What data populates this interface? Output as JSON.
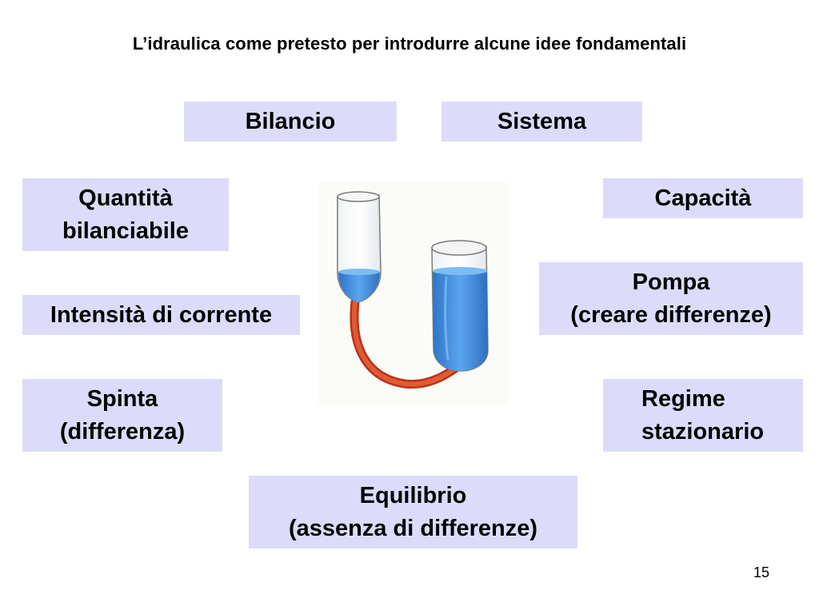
{
  "slide": {
    "title": "L’idraulica come pretesto per introdurre alcune idee fondamentali",
    "page_number": "15"
  },
  "concepts": {
    "bilancio": "Bilancio",
    "sistema": "Sistema",
    "quantita": "Quantità\nbilanciabile",
    "capacita": "Capacità",
    "intensita": "Intensità di corrente",
    "pompa": "Pompa\n(creare differenze)",
    "spinta": "Spinta\n(differenza)",
    "regime": "Regime\nstazionario",
    "equilibrio": "Equilibrio\n(assenza di differenze)"
  },
  "colors": {
    "box_fill": "#dcdcfa",
    "water": "#4a90e0",
    "tube": "#d4401e"
  }
}
